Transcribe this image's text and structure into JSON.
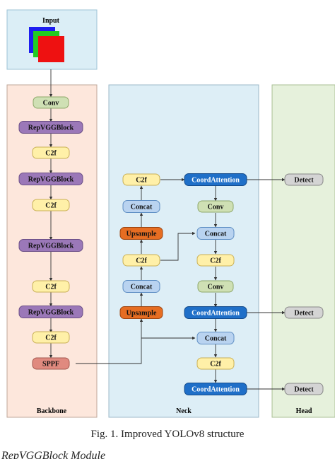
{
  "input": {
    "label": "Input"
  },
  "panels": {
    "backbone": "Backbone",
    "neck": "Neck",
    "head": "Head"
  },
  "nodes": {
    "b_conv": "Conv",
    "b_rep1": "RepVGGBlock",
    "b_c2f1": "C2f",
    "b_rep2": "RepVGGBlock",
    "b_c2f2": "C2f",
    "b_rep3": "RepVGGBlock",
    "b_c2f3": "C2f",
    "b_rep4": "RepVGGBlock",
    "b_c2f4": "C2f",
    "b_sppf": "SPPF",
    "n_c2f_top": "C2f",
    "n_concat1": "Concat",
    "n_upsample1": "Upsample",
    "n_c2f_mid": "C2f",
    "n_concat2": "Concat",
    "n_upsample2": "Upsample",
    "n_coord1": "CoordAttention",
    "n_conv1": "Conv",
    "n_concat3": "Concat",
    "n_c2f_r1": "C2f",
    "n_conv2": "Conv",
    "n_coord2": "CoordAttention",
    "n_concat4": "Concat",
    "n_c2f_r2": "C2f",
    "n_coord3": "CoordAttention",
    "h_detect1": "Detect",
    "h_detect2": "Detect",
    "h_detect3": "Detect"
  },
  "caption": "Fig. 1. Improved YOLOv8 structure",
  "footer": "RepVGGBlock Module",
  "colors": {
    "conv": "#cfe0b4",
    "rep": "#9b78b8",
    "c2f": "#fff0a8",
    "sppf": "#e08a7f",
    "concat": "#b9d3f0",
    "upsample": "#e66d22",
    "coord": "#1f6fc8",
    "detect": "#d4d4d4",
    "backbone_bg": "#fde7dc",
    "neck_bg": "#ddeef6",
    "head_bg": "#e6f1dc"
  }
}
